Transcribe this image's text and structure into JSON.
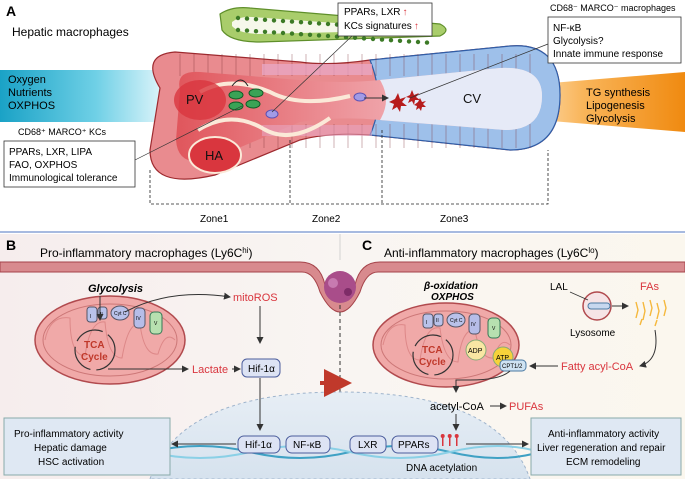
{
  "panel_a": {
    "letter": "A",
    "title": "Hepatic macrophages",
    "left_gradient": [
      "Oxygen",
      "Nutrients",
      "OXPHOS"
    ],
    "right_gradient": [
      "TG synthesis",
      "Lipogenesis",
      "Glycolysis"
    ],
    "pv_label": "PV",
    "ha_label": "HA",
    "cv_label": "CV",
    "kc_label": "CD68⁺ MARCO⁺ KCs",
    "kc_box": [
      "PPARs, LXR, LIPA",
      "FAO, OXPHOS",
      "Immunological tolerance"
    ],
    "top_box_line1": "PPARs, LXR",
    "top_box_line2": "KCs signatures",
    "mac_label": "CD68⁻ MARCO⁻ macrophages",
    "mac_box": [
      "NF-κB",
      "Glycolysis?",
      "Innate immune response"
    ],
    "zones": [
      "Zone1",
      "Zone2",
      "Zone3"
    ],
    "up_arrow": "↑"
  },
  "panel_b": {
    "letter": "B",
    "title": "Pro-inflammatory macrophages (Ly6C",
    "title_sup": "hi",
    "title_end": ")",
    "glycolysis": "Glycolysis",
    "tca": [
      "TCA",
      "Cycle"
    ],
    "mito_roman": [
      "I",
      "II",
      "Cyt C",
      "IV",
      "V"
    ],
    "mitoros": "mitoROS",
    "lactate": "Lactate",
    "hif": "Hif-1α",
    "hif_nuc": "Hif-1α",
    "nfkb": "NF-κB",
    "outcome": [
      "Pro-inflammatory activity",
      "Hepatic damage",
      "HSC activation"
    ]
  },
  "panel_c": {
    "letter": "C",
    "title": "Anti-inflammatory macrophages  (Ly6C",
    "title_sup": "lo",
    "title_end": ")",
    "beta": "β-oxidation",
    "oxphos": "OXPHOS",
    "tca": [
      "TCA",
      "Cycle"
    ],
    "mito_roman": [
      "I",
      "II",
      "Cyt C",
      "IV",
      "V"
    ],
    "adp": "ADP",
    "atp": "ATP",
    "cpt": "CPT1/2",
    "lal": "LAL",
    "lysosome": "Lysosome",
    "fas": "FAs",
    "fatty": "Fatty acyl-CoA",
    "acetyl": "acetyl-CoA",
    "pufas": "PUFAs",
    "lxr": "LXR",
    "ppars": "PPARs",
    "dna": "DNA acetylation",
    "outcome": [
      "Anti-inflammatory activity",
      "Liver regeneration and repair",
      "ECM remodeling"
    ]
  },
  "colors": {
    "pv_red": "#d9363e",
    "cv_blue": "#5b8fd6",
    "green_vessel": "#8db94c",
    "oxygen_teal": "#22a7c8",
    "tg_orange": "#f3941c",
    "highlight_red": "#d9363e",
    "hif_box": "#dde3f4"
  }
}
